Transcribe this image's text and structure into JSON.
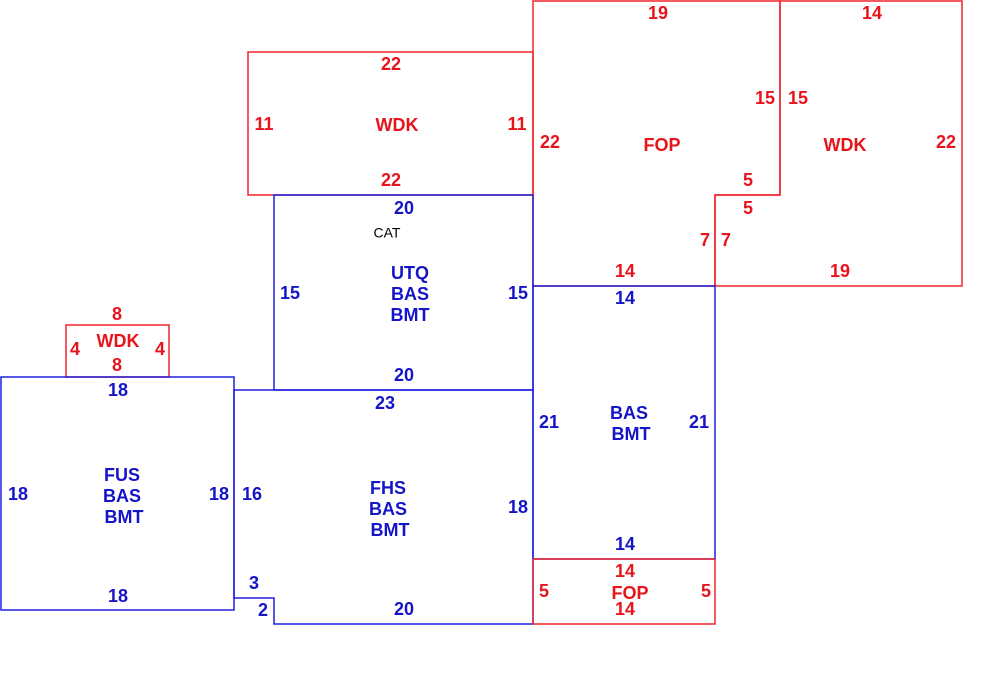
{
  "colors": {
    "deck_porch": "#e8141c",
    "living": "#1414c8",
    "note": "#000000"
  },
  "areas": {
    "wdk_top": {
      "label": "WDK",
      "dims": [
        "22",
        "11",
        "11",
        "22"
      ]
    },
    "fop_top": {
      "label": "FOP",
      "dims": [
        "19",
        "15",
        "22",
        "5",
        "7",
        "14"
      ]
    },
    "wdk_right": {
      "label": "WDK",
      "dims": [
        "14",
        "15",
        "22",
        "5",
        "7",
        "19"
      ]
    },
    "utq": {
      "labels": [
        "UTQ",
        "BAS",
        "BMT"
      ],
      "note": "CAT",
      "dims": [
        "20",
        "15",
        "15",
        "20"
      ]
    },
    "wdk_small": {
      "label": "WDK",
      "dims": [
        "8",
        "4",
        "4",
        "8"
      ]
    },
    "fus": {
      "labels": [
        "FUS",
        "BAS",
        "BMT"
      ],
      "dims": [
        "18",
        "18",
        "18",
        "18"
      ]
    },
    "fhs": {
      "labels": [
        "FHS",
        "BAS",
        "BMT"
      ],
      "dims": [
        "23",
        "16",
        "18",
        "3",
        "2",
        "20"
      ]
    },
    "bas": {
      "labels": [
        "BAS",
        "BMT"
      ],
      "dims": [
        "14",
        "21",
        "21",
        "14"
      ]
    },
    "fop_bottom": {
      "label": "FOP",
      "dims": [
        "14",
        "5",
        "5",
        "14"
      ]
    }
  }
}
